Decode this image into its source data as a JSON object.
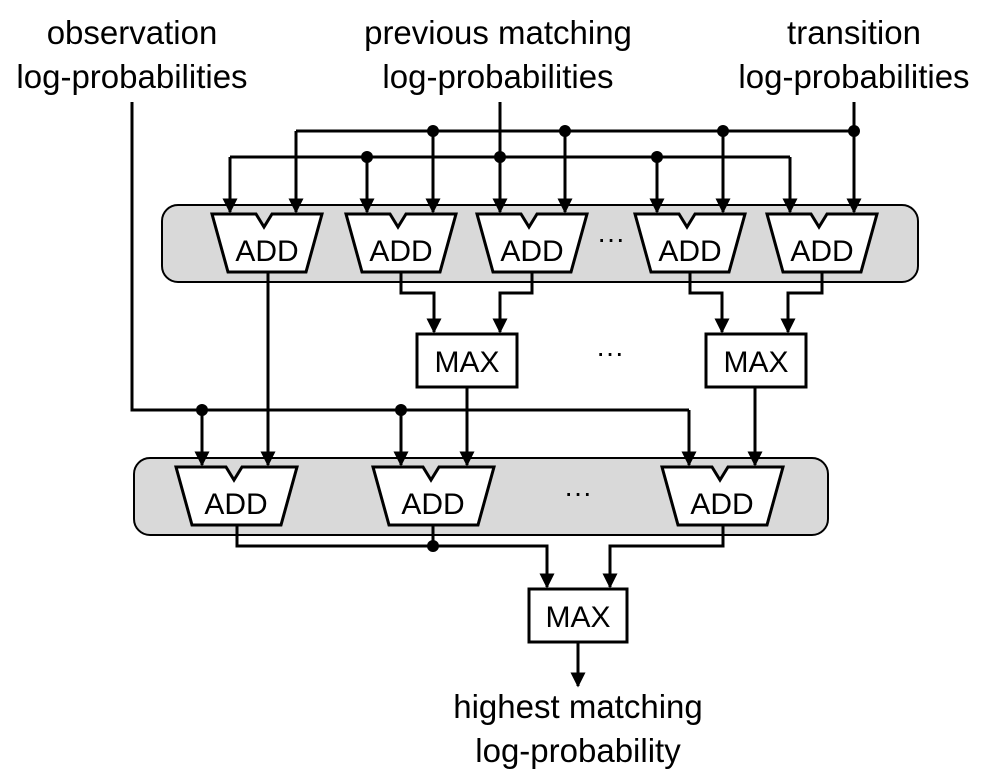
{
  "inputs": {
    "observation": {
      "line1": "observation",
      "line2": "log-probabilities"
    },
    "previous": {
      "line1": "previous matching",
      "line2": "log-probabilities"
    },
    "transition": {
      "line1": "transition",
      "line2": "log-probabilities"
    }
  },
  "units": {
    "add": "ADD",
    "max": "MAX"
  },
  "ellipsis": "···",
  "output": {
    "line1": "highest matching",
    "line2": "log-probability"
  }
}
